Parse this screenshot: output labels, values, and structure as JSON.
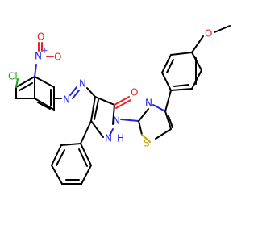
{
  "molecule": {
    "atoms": {
      "cl": "Cl",
      "nitro_n": "N",
      "nitro_plus": "+",
      "nitro_o_top": "O",
      "nitro_o_right": "O",
      "nitro_o_minus": "-",
      "azo_n1": "N",
      "azo_n2": "N",
      "carbonyl_o": "O",
      "pyrazole_n1": "N",
      "pyrazole_nh": "N",
      "pyrazole_h": "H",
      "thiazole_n": "N",
      "thiazole_s": "S",
      "methoxy_o": "O"
    },
    "colors": {
      "carbon": "#000000",
      "nitrogen": "#2222ee",
      "oxygen": "#ee2222",
      "sulfur": "#c8a800",
      "chlorine": "#1fa01f"
    }
  }
}
